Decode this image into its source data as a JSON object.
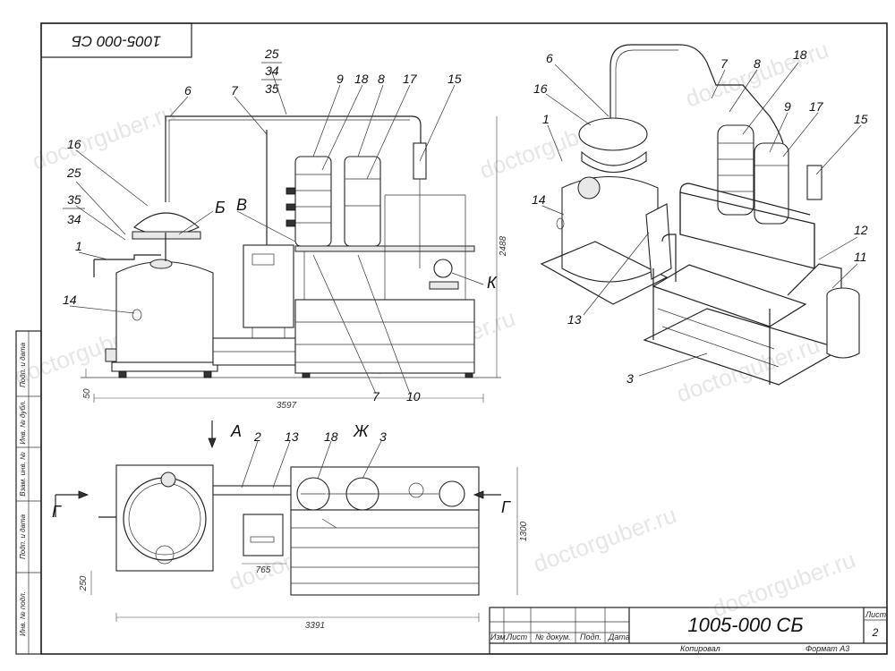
{
  "drawing": {
    "number": "1005-000 СБ",
    "number_mirrored": "1005-000 СБ",
    "sheet_label": "Лист",
    "sheet": "2",
    "copied": "Копировал",
    "format": "Формат А3"
  },
  "title_block_headers": [
    "Изм.",
    "Лист",
    "№ докум.",
    "Подп.",
    "Дата"
  ],
  "side_stamps": [
    "Подп. и дата",
    "Инв. № дубл.",
    "Взам. инв. №",
    "Подп. и дата",
    "Инв. № подл."
  ],
  "watermark": "doctorguber.ru",
  "front_view": {
    "callouts": [
      "25",
      "34",
      "35",
      "6",
      "7",
      "9",
      "18",
      "8",
      "17",
      "15",
      "16",
      "25",
      "35",
      "34",
      "1",
      "14",
      "Б",
      "В",
      "К",
      "7",
      "10"
    ],
    "dims": {
      "height": "2488",
      "base": "50",
      "width": "3597"
    }
  },
  "top_view": {
    "callouts": [
      "А",
      "2",
      "13",
      "18",
      "Ж",
      "3",
      "Г",
      "Г"
    ],
    "dims": {
      "depth": "1300",
      "inner": "765",
      "offset": "250",
      "width": "3391"
    }
  },
  "iso_view": {
    "callouts": [
      "6",
      "16",
      "7",
      "8",
      "18",
      "9",
      "17",
      "15",
      "1",
      "14",
      "12",
      "11",
      "13",
      "3"
    ]
  }
}
